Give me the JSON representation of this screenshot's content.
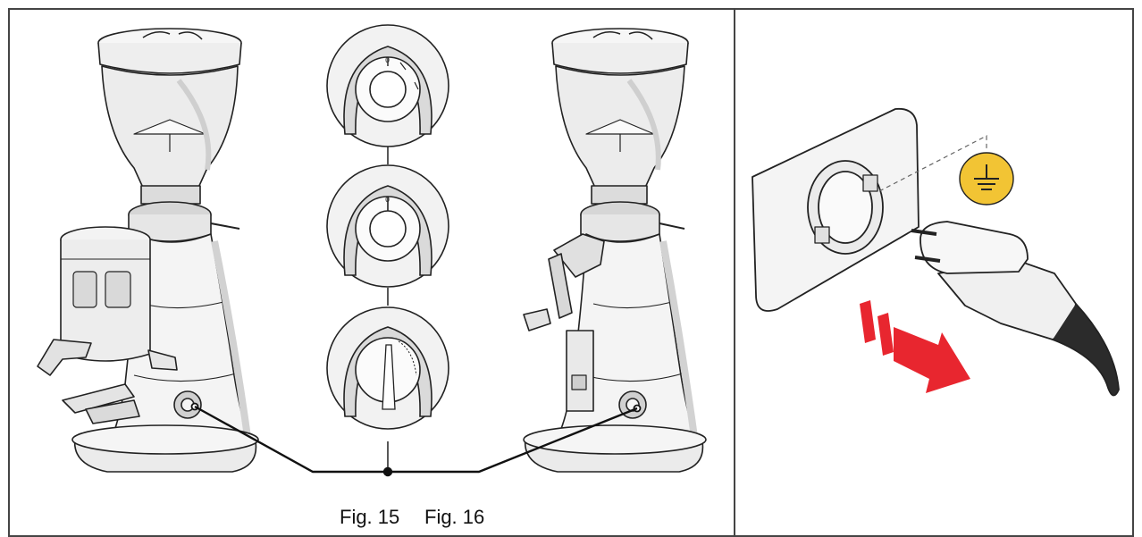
{
  "figures": {
    "fig15": {
      "caption": "Fig. 15"
    },
    "fig16": {
      "caption": "Fig. 16"
    }
  },
  "dials": [
    {
      "name": "dial-off",
      "position": "top"
    },
    {
      "name": "dial-medium",
      "position": "middle"
    },
    {
      "name": "dial-max",
      "position": "bottom"
    }
  ],
  "colors": {
    "line": "#222222",
    "body": "#f4f4f4",
    "hopper": "#ececec",
    "shade": "#d8d8d8",
    "ground_symbol": "#f2c434",
    "arrow": "#e8262f",
    "cable": "#2b2b2b"
  },
  "icons": {
    "ground": "ground-icon",
    "unplug_arrow": "arrow-right-down-icon"
  }
}
